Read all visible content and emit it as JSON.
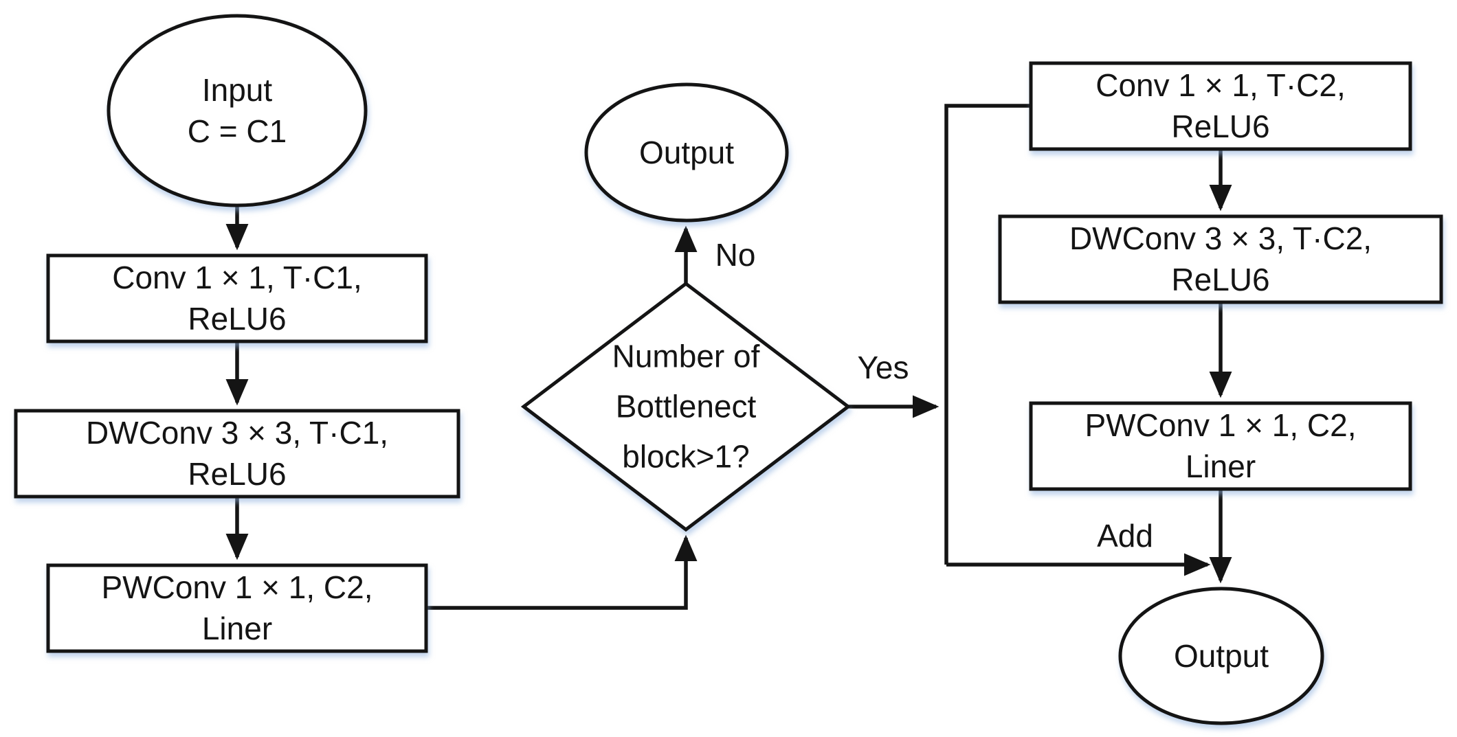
{
  "canvas": {
    "background": "#ffffff",
    "stroke_color": "#141414",
    "shadow_color": "#8cafdc"
  },
  "nodes": {
    "input": {
      "type": "ellipse",
      "line1": "Input",
      "line2": "C = C1"
    },
    "conv_left": {
      "type": "process",
      "line1": "Conv 1 × 1, T·C1,",
      "line2": "ReLU6"
    },
    "dwconv_left": {
      "type": "process",
      "line1": "DWConv 3 × 3, T·C1,",
      "line2": "ReLU6"
    },
    "pwconv_left": {
      "type": "process",
      "line1": "PWConv 1 × 1, C2,",
      "line2": "Liner"
    },
    "output_no": {
      "type": "ellipse",
      "line1": "Output"
    },
    "decision": {
      "type": "diamond",
      "line1": "Number of",
      "line2": "Bottlenect",
      "line3": "block>1?"
    },
    "conv_right": {
      "type": "process",
      "line1": "Conv 1 × 1, T·C2,",
      "line2": "ReLU6"
    },
    "dwconv_right": {
      "type": "process",
      "line1": "DWConv 3 × 3, T·C2,",
      "line2": "ReLU6"
    },
    "pwconv_right": {
      "type": "process",
      "line1": "PWConv 1 × 1, C2,",
      "line2": "Liner"
    },
    "output_yes": {
      "type": "ellipse",
      "line1": "Output"
    }
  },
  "edge_labels": {
    "no": "No",
    "yes": "Yes",
    "add": "Add"
  }
}
